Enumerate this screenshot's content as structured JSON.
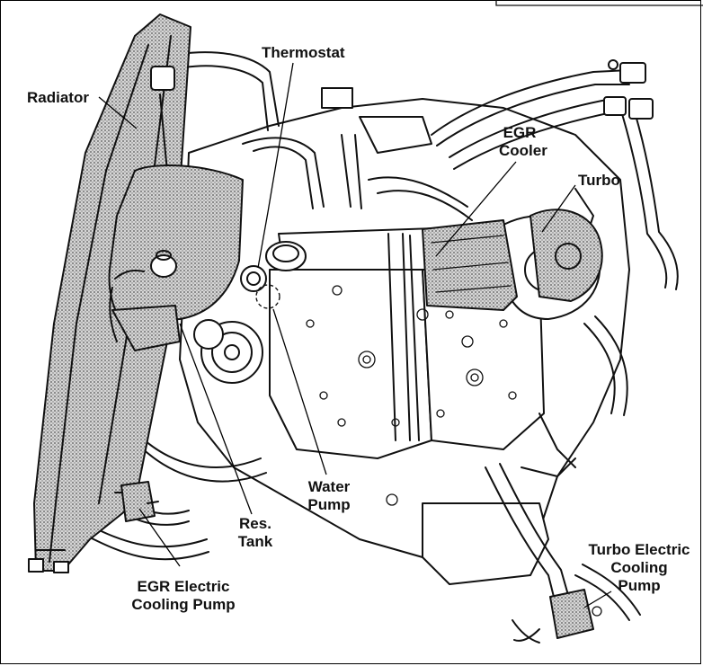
{
  "labels": {
    "radiator": "Radiator",
    "thermostat": "Thermostat",
    "egr_cooler": [
      "EGR",
      "Cooler"
    ],
    "turbo": "Turbo",
    "water_pump": [
      "Water",
      "Pump"
    ],
    "res_tank": [
      "Res.",
      "Tank"
    ],
    "egr_pump": [
      "EGR Electric",
      "Cooling Pump"
    ],
    "turbo_pump": [
      "Turbo Electric",
      "Cooling",
      "Pump"
    ]
  },
  "colors": {
    "ink": "#111111",
    "background": "#ffffff",
    "highlight": "dotted-gray"
  }
}
